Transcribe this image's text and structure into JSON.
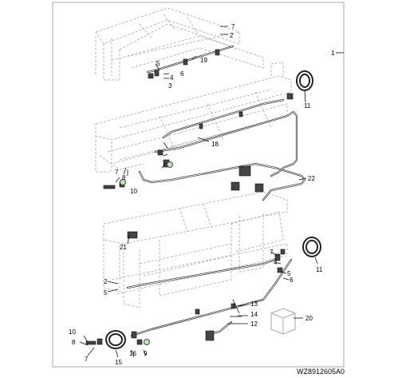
{
  "drawing": {
    "reference_code": "WZ8912605A0",
    "callouts": [
      "1",
      "2",
      "3",
      "4",
      "5",
      "6",
      "7",
      "8",
      "9",
      "10",
      "11",
      "12",
      "13",
      "14",
      "15",
      "16",
      "18",
      "19",
      "20",
      "21",
      "22"
    ],
    "highlight_color": "#c9e1c2"
  }
}
